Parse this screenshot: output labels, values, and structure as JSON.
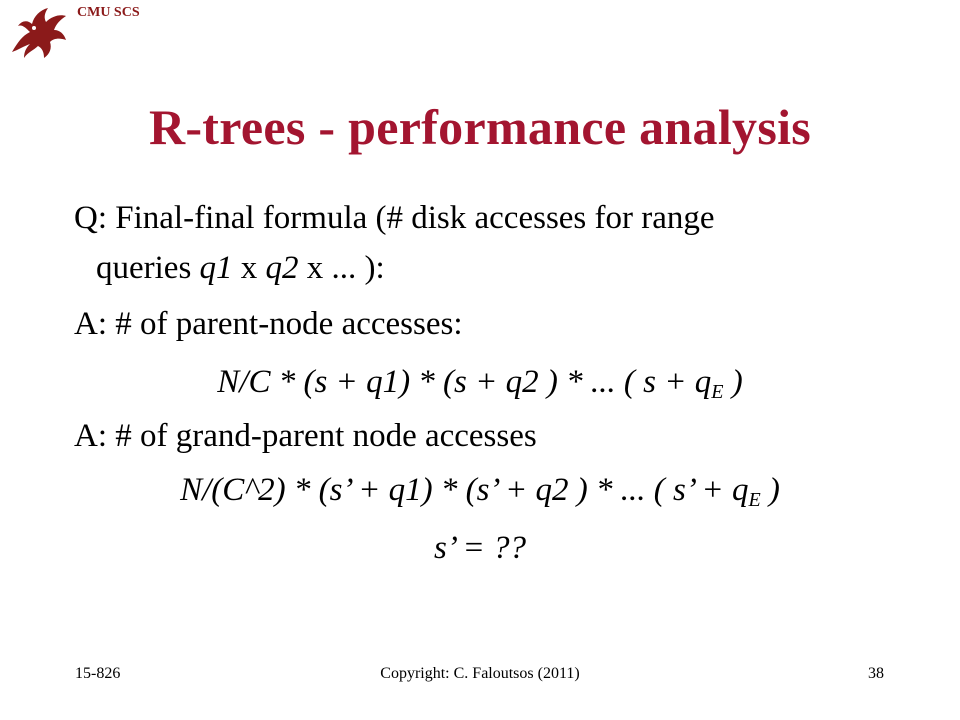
{
  "header": {
    "school": "CMU SCS",
    "logo_icon": "dragon-logo-icon"
  },
  "slide": {
    "title": "R-trees - performance analysis",
    "q_line1": "Q: Final-final formula (# disk accesses for range",
    "q_line2_a": "queries ",
    "q_line2_q1": "q1",
    "q_line2_b": " x ",
    "q_line2_q2": "q2",
    "q_line2_c": " x ... ):",
    "a1": "A: # of parent-node accesses:",
    "f1_main": "N/C * (s + q1) * (s + q2 ) * ... ( s + q",
    "f1_sub": "E",
    "f1_end": " )",
    "a2": "A: # of grand-parent node accesses",
    "f2_main": "N/(C^2) * (s’ + q1) * (s’ + q2 ) * ... ( s’ + q",
    "f2_sub": "E",
    "f2_end": " )",
    "s_prime": "s’ = ??"
  },
  "footer": {
    "course": "15-826",
    "copyright": "Copyright: C. Faloutsos (2011)",
    "page": "38"
  },
  "colors": {
    "title": "#a31530",
    "logo": "#8b1a1a"
  }
}
